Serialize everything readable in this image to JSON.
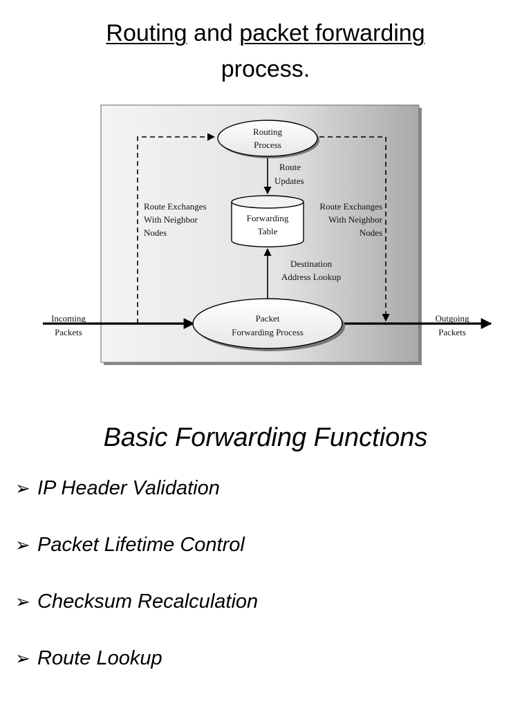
{
  "title": {
    "routing": "Routing",
    "and": "and",
    "packet_forwarding": "packet forwarding",
    "process": "process."
  },
  "diagram": {
    "routing_process": [
      "Routing",
      "Process"
    ],
    "route_updates": [
      "Route",
      "Updates"
    ],
    "forwarding_table": [
      "Forwarding",
      "Table"
    ],
    "route_exchanges_left": [
      "Route Exchanges",
      "With Neighbor",
      "Nodes"
    ],
    "route_exchanges_right": [
      "Route Exchanges",
      "With Neighbor",
      "Nodes"
    ],
    "destination_lookup": [
      "Destination",
      "Address Lookup"
    ],
    "packet_forwarding_process": [
      "Packet",
      "Forwarding Process"
    ],
    "incoming_packets": [
      "Incoming",
      "Packets"
    ],
    "outgoing_packets": [
      "Outgoing",
      "Packets"
    ]
  },
  "section": {
    "heading": "Basic Forwarding Functions",
    "bullet_glyph": "➢",
    "items": [
      "IP Header Validation",
      "Packet Lifetime Control",
      "Checksum Recalculation",
      "Route Lookup"
    ]
  }
}
